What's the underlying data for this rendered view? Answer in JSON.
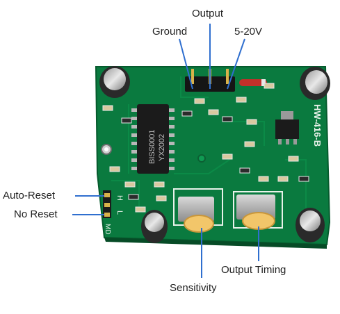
{
  "labels": {
    "output": "Output",
    "ground": "Ground",
    "voltage": "5-20V",
    "auto_reset": "Auto-Reset",
    "no_reset": "No Reset",
    "sensitivity": "Sensitivity",
    "output_timing": "Output Timing"
  },
  "board": {
    "chip_line1": "BISS0001",
    "chip_line2": "YX2002",
    "model": "HW-416-B",
    "jumper_h": "H",
    "jumper_l": "L",
    "corner_mark": "MD"
  },
  "colors": {
    "pcb": "#0a7a3f",
    "pcb_dark": "#076232",
    "callout": "#2f6fcf",
    "chip": "#1b1b1b",
    "potentiometer": "#f2c66a"
  }
}
